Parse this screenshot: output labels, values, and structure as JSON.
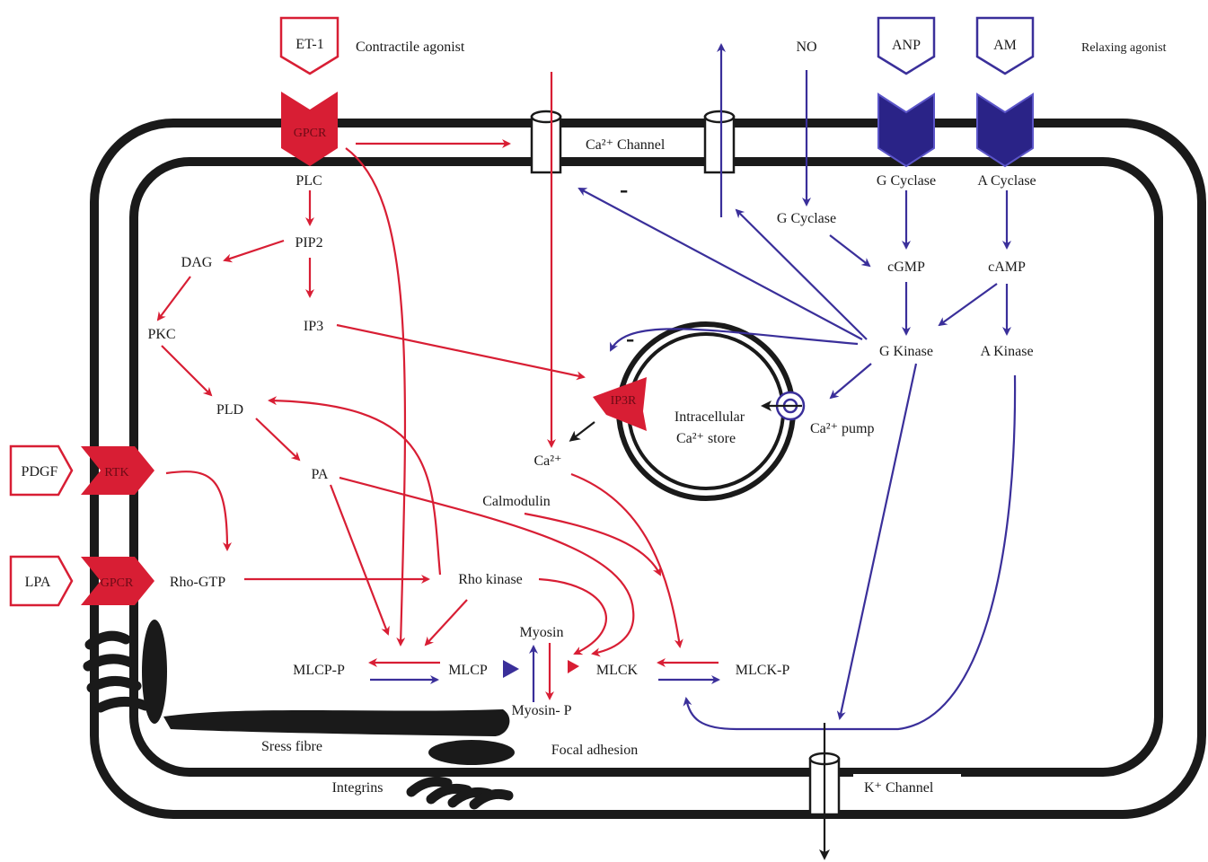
{
  "colors": {
    "contractile": "#d81e34",
    "relaxing": "#3a2f9a",
    "membrane": "#1a1a1a"
  },
  "agonists": {
    "et1": "ET-1",
    "contractile": "Contractile agonist",
    "no": "NO",
    "anp": "ANP",
    "am": "AM",
    "relaxing": "Relaxing agonist",
    "pdgf": "PDGF",
    "lpa": "LPA"
  },
  "receptors": {
    "gpcr_top": "GPCR",
    "rtk": "RTK",
    "gpcr_left": "GPCR",
    "ip3r": "IP3R"
  },
  "channels": {
    "ca": "Ca²⁺ Channel",
    "k": "K⁺ Channel"
  },
  "nodes": {
    "plc": "PLC",
    "pip2": "PIP2",
    "dag": "DAG",
    "pkc": "PKC",
    "ip3": "IP3",
    "pld": "PLD",
    "pa": "PA",
    "rho_gtp": "Rho-GTP",
    "rho_kinase": "Rho kinase",
    "calmodulin": "Calmodulin",
    "ca2": "Ca²⁺",
    "g_cyclase_membrane": "G Cyclase",
    "a_cyclase": "A Cyclase",
    "g_cyclase_soluble": "G Cyclase",
    "cgmp": "cGMP",
    "camp": "cAMP",
    "g_kinase": "G Kinase",
    "a_kinase": "A Kinase",
    "store_line1": "Intracellular",
    "store_line2": "Ca²⁺ store",
    "ca_pump": "Ca²⁺ pump",
    "mlcp_p": "MLCP-P",
    "mlcp": "MLCP",
    "myosin": "Myosin",
    "myosin_p": "Myosin- P",
    "mlck": "MLCK",
    "mlck_p": "MLCK-P"
  },
  "structures": {
    "stress_fibre": "Sress fibre",
    "focal_adhesion": "Focal adhesion",
    "integrins": "Integrins"
  },
  "inhibition": {
    "sign1": "-",
    "sign2": "-"
  }
}
